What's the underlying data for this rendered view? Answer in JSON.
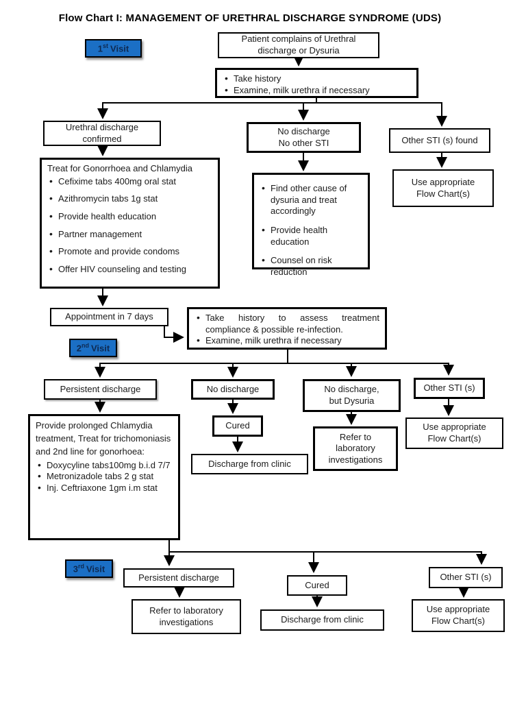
{
  "title": "Flow Chart I:  MANAGEMENT OF URETHRAL DISCHARGE SYNDROME (UDS)",
  "colors": {
    "badge_blue": "#1b6fc5",
    "badge_text": "#0e2a52",
    "line": "#000000"
  },
  "badges": {
    "first": {
      "num": "1",
      "sup": "st",
      "word": "Visit"
    },
    "second": {
      "num": "2",
      "sup": "nd",
      "word": "Visit"
    },
    "third": {
      "num": "3",
      "sup": "rd",
      "word": "Visit"
    }
  },
  "visit1": {
    "patient_lines": [
      "Patient complains of Urethral",
      "discharge or Dysuria"
    ],
    "history_items": [
      "Take history",
      "Examine, milk urethra if necessary"
    ],
    "confirmed_lines": [
      "Urethral discharge",
      "confirmed"
    ],
    "no_discharge_lines": [
      "No discharge",
      "No other STI"
    ],
    "other_sti_found": "Other STI (s) found",
    "treat_intro": "Treat for Gonorrhoea and Chlamydia",
    "treat_items": [
      "Cefixime tabs 400mg oral stat",
      "Azithromycin tabs  1g stat",
      "Provide health education",
      "Partner management",
      "Promote and provide condoms",
      "Offer HIV counseling and testing"
    ],
    "find_items": [
      "Find other cause of dysuria and treat accordingly",
      "Provide health education",
      "Counsel on risk reduction"
    ],
    "use_flow_lines": [
      "Use appropriate",
      "Flow Chart(s)"
    ],
    "appointment": "Appointment in 7 days"
  },
  "visit2": {
    "history_items": [
      "Take history to assess treatment compliance & possible re-infection.",
      "Examine, milk urethra if necessary"
    ],
    "persistent": "Persistent discharge",
    "no_discharge": "No discharge",
    "dysuria_lines": [
      "No discharge,",
      "but Dysuria"
    ],
    "other_sti": "Other STI (s)",
    "treatment_intro": "Provide prolonged Chlamydia treatment, Treat for trichomoniasis and 2nd line for gonorhoea:",
    "treatment_items": [
      "Doxycyline tabs100mg b.i.d 7/7",
      "Metronizadole tabs 2 g stat",
      "Inj. Ceftriaxone 1gm i.m stat"
    ],
    "cured": "Cured",
    "discharge": "Discharge from clinic",
    "refer_lines": [
      "Refer to",
      "laboratory",
      "investigations"
    ],
    "use_flow_lines": [
      "Use appropriate",
      "Flow Chart(s)"
    ]
  },
  "visit3": {
    "persistent": "Persistent discharge",
    "refer_lines": [
      "Refer to laboratory",
      "investigations"
    ],
    "cured": "Cured",
    "discharge": "Discharge from clinic",
    "other_sti": "Other STI (s)",
    "use_flow_lines": [
      "Use appropriate",
      "Flow Chart(s)"
    ]
  }
}
